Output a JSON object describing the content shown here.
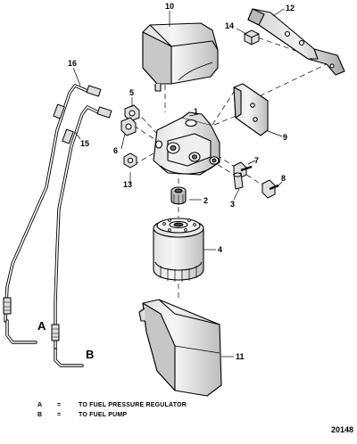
{
  "callouts": {
    "c1": "1",
    "c2": "2",
    "c3": "3",
    "c4": "4",
    "c5": "5",
    "c6": "6",
    "c7": "7",
    "c8": "8",
    "c9": "9",
    "c10": "10",
    "c11": "11",
    "c12": "12",
    "c13": "13",
    "c14": "14",
    "c15": "15",
    "c16": "16"
  },
  "line_labels": {
    "a": "A",
    "b": "B"
  },
  "legend": [
    {
      "key": "A",
      "eq": "=",
      "text": "TO FUEL PRESSURE REGULATOR"
    },
    {
      "key": "B",
      "eq": "=",
      "text": "TO FUEL PUMP"
    }
  ],
  "figure_number": "20148"
}
